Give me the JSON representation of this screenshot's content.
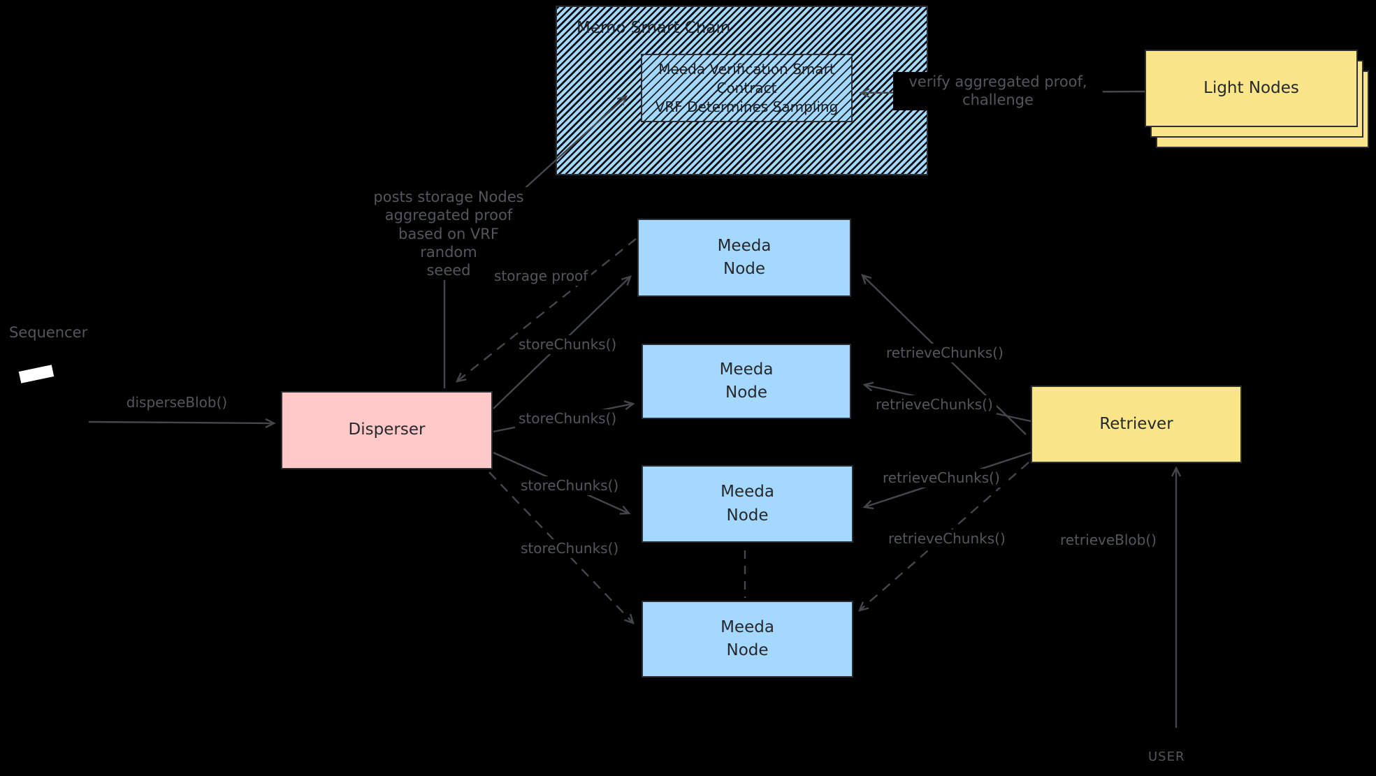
{
  "diagram": {
    "chain": {
      "title": "Memo Smart Chain"
    },
    "contract": {
      "line1": "Meeda Verification Smart",
      "line2": "Contract",
      "line3": "VRF Determines Sampling"
    },
    "light_nodes": {
      "label": "Light Nodes"
    },
    "sequencer": {
      "label": "Sequencer"
    },
    "disperser": {
      "label": "Disperser"
    },
    "retriever": {
      "label": "Retriever"
    },
    "meeda_node": {
      "line1": "Meeda",
      "line2": "Node"
    },
    "user": {
      "label": "USER"
    }
  },
  "edges": {
    "disperse_blob": "disperseBlob()",
    "store_chunks": "storeChunks()",
    "retrieve_chunks": "retrieveChunks()",
    "retrieve_blob": "retrieveBlob()",
    "storage_proof": "storage proof",
    "posts_proof": {
      "line1": "posts storage Nodes",
      "line2": "aggregated proof",
      "line3": "based on VRF random",
      "line4": "seeed"
    },
    "verify": {
      "line1": "verify aggregated proof,",
      "line2": "challenge"
    }
  },
  "colors": {
    "background": "#000000",
    "node_blue": "#a5d8ff",
    "disperser_pink": "#ffc9c9",
    "yellow": "#fae588",
    "label_gray": "#53575c",
    "stroke_dark": "#2a2e33"
  }
}
